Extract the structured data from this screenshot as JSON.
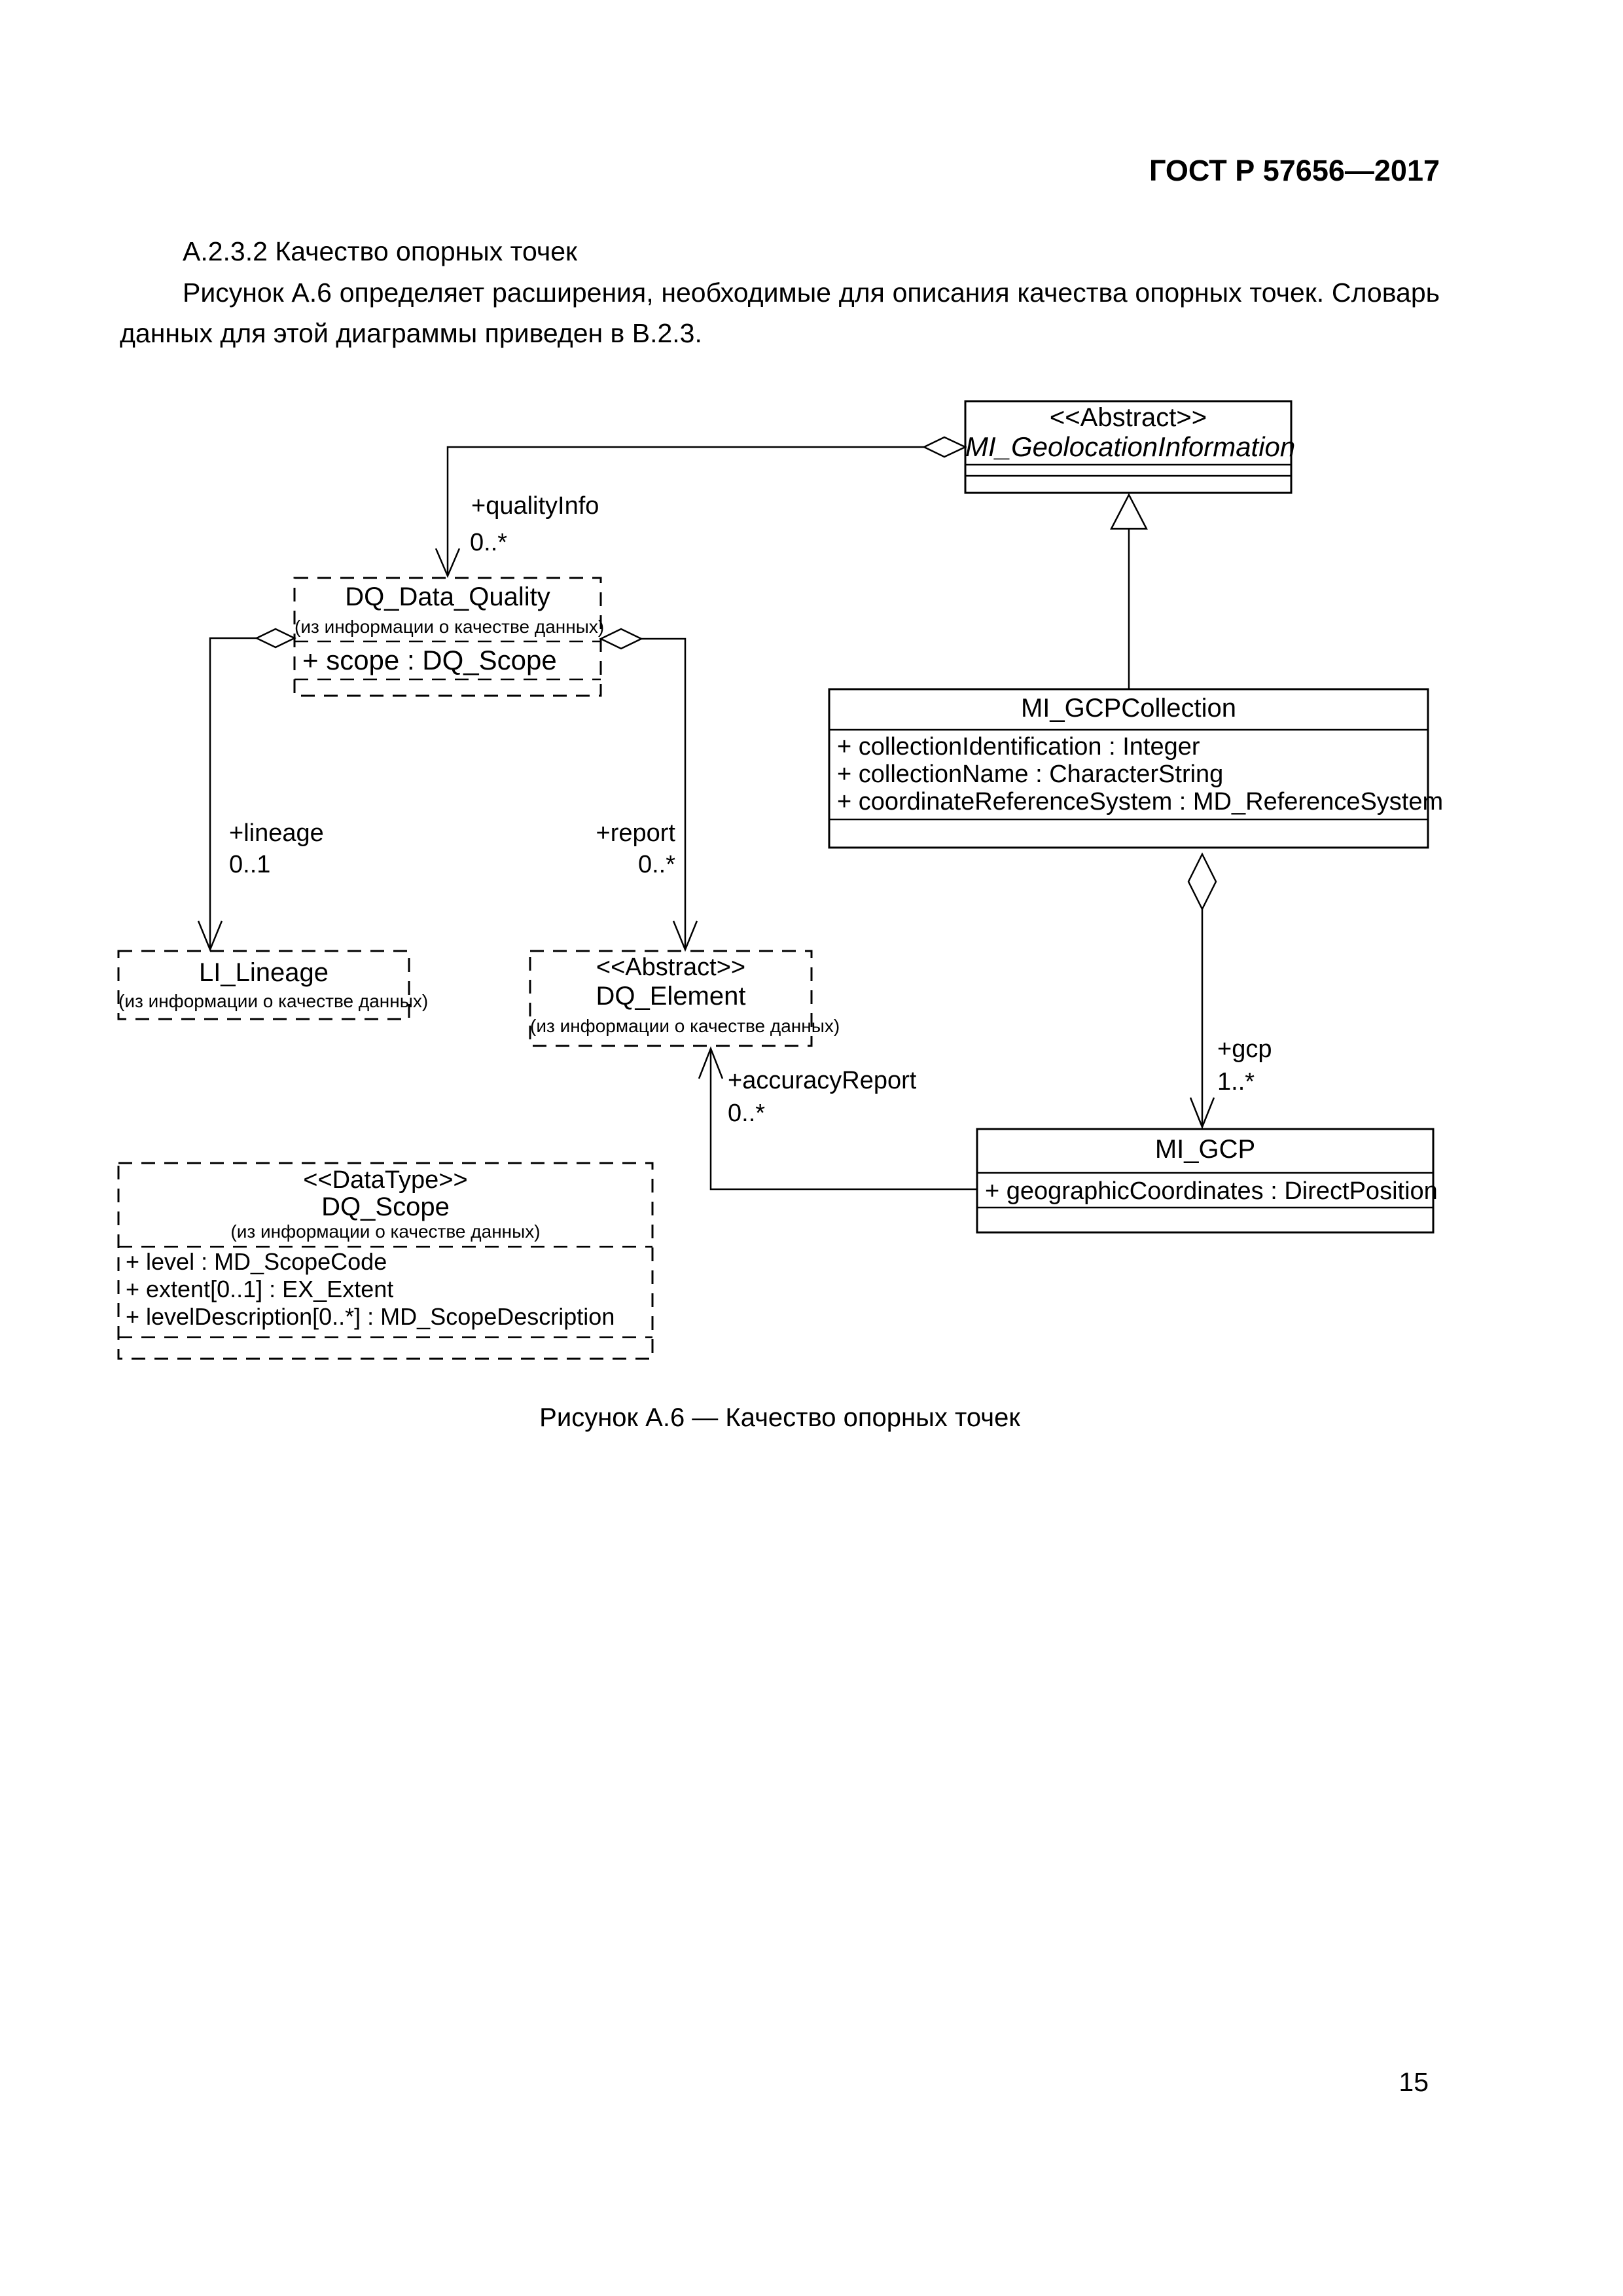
{
  "page": {
    "header": "ГОСТ Р 57656—2017",
    "section_heading": "А.2.3.2 Качество опорных точек",
    "paragraph": "Рисунок А.6 определяет расширения, необходимые для описания качества опорных точек. Словарь данных для этой диаграммы приведен в В.2.3.",
    "caption": "Рисунок А.6 — Качество опорных точек",
    "page_number": "15"
  },
  "diagram": {
    "classes": {
      "mi_geolocation_information": {
        "stereotype": "<<Abstract>>",
        "name": "MI_GeolocationInformation"
      },
      "dq_data_quality": {
        "name": "DQ_Data_Quality",
        "origin_note": "(из информации о качестве данных)",
        "attributes": [
          "+ scope : DQ_Scope"
        ]
      },
      "mi_gcp_collection": {
        "name": "MI_GCPCollection",
        "attributes": [
          "+ collectionIdentification : Integer",
          "+ collectionName : CharacterString",
          "+ coordinateReferenceSystem : MD_ReferenceSystem"
        ]
      },
      "li_lineage": {
        "name": "LI_Lineage",
        "origin_note": "(из информации о качестве данных)"
      },
      "dq_element": {
        "stereotype": "<<Abstract>>",
        "name": "DQ_Element",
        "origin_note": "(из информации о качестве данных)"
      },
      "mi_gcp": {
        "name": "MI_GCP",
        "attributes": [
          "+ geographicCoordinates : DirectPosition"
        ]
      },
      "dq_scope": {
        "stereotype": "<<DataType>>",
        "name": "DQ_Scope",
        "origin_note": "(из информации о качестве данных)",
        "attributes": [
          "+ level : MD_ScopeCode",
          "+ extent[0..1] : EX_Extent",
          "+ levelDescription[0..*] : MD_ScopeDescription"
        ]
      }
    },
    "associations": {
      "quality_info": {
        "role": "+qualityInfo",
        "multiplicity": "0..*"
      },
      "lineage": {
        "role": "+lineage",
        "multiplicity": "0..1"
      },
      "report": {
        "role": "+report",
        "multiplicity": "0..*"
      },
      "accuracy_report": {
        "role": "+accuracyReport",
        "multiplicity": "0..*"
      },
      "gcp": {
        "role": "+gcp",
        "multiplicity": "1..*"
      }
    },
    "colors": {
      "ink": "#000000",
      "paper": "#ffffff"
    }
  }
}
